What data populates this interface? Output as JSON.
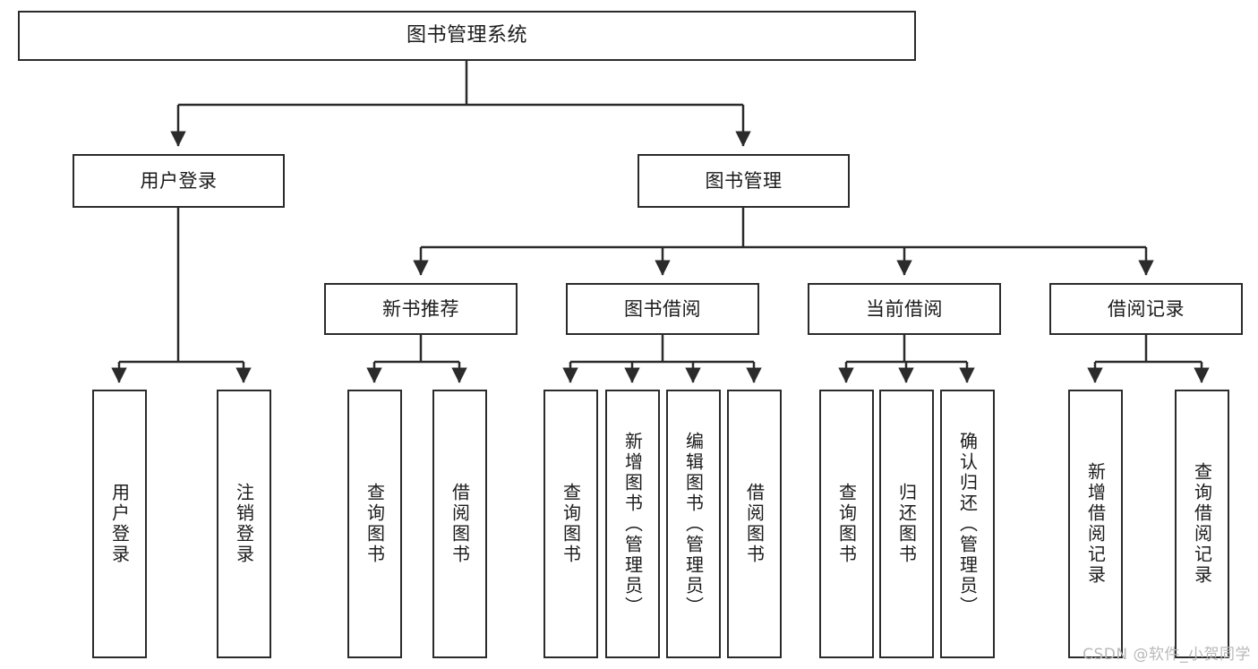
{
  "diagram": {
    "title": "图书管理系统",
    "type": "tree-hierarchy-diagram",
    "stroke_color": "#2b2b2b",
    "background_color": "#ffffff",
    "text_color": "#1a1a1a"
  },
  "nodes": {
    "root": {
      "label": "图书管理系统"
    },
    "level2": [
      {
        "label": "用户登录"
      },
      {
        "label": "图书管理"
      }
    ],
    "level3": [
      {
        "label": "新书推荐"
      },
      {
        "label": "图书借阅"
      },
      {
        "label": "当前借阅"
      },
      {
        "label": "借阅记录"
      }
    ],
    "leaves_user_login": [
      {
        "label": "用户登录"
      },
      {
        "label": "注销登录"
      }
    ],
    "leaves_new_book": [
      {
        "label": "查询图书"
      },
      {
        "label": "借阅图书"
      }
    ],
    "leaves_borrow": [
      {
        "label": "查询图书"
      },
      {
        "label": "新增图书（管理员）"
      },
      {
        "label": "编辑图书（管理员）"
      },
      {
        "label": "借阅图书"
      }
    ],
    "leaves_current": [
      {
        "label": "查询图书"
      },
      {
        "label": "归还图书"
      },
      {
        "label": "确认归还（管理员）"
      }
    ],
    "leaves_record": [
      {
        "label": "新增借阅记录"
      },
      {
        "label": "查询借阅记录"
      }
    ]
  },
  "watermark": {
    "text": "CSDN @软件_小贺同学"
  }
}
